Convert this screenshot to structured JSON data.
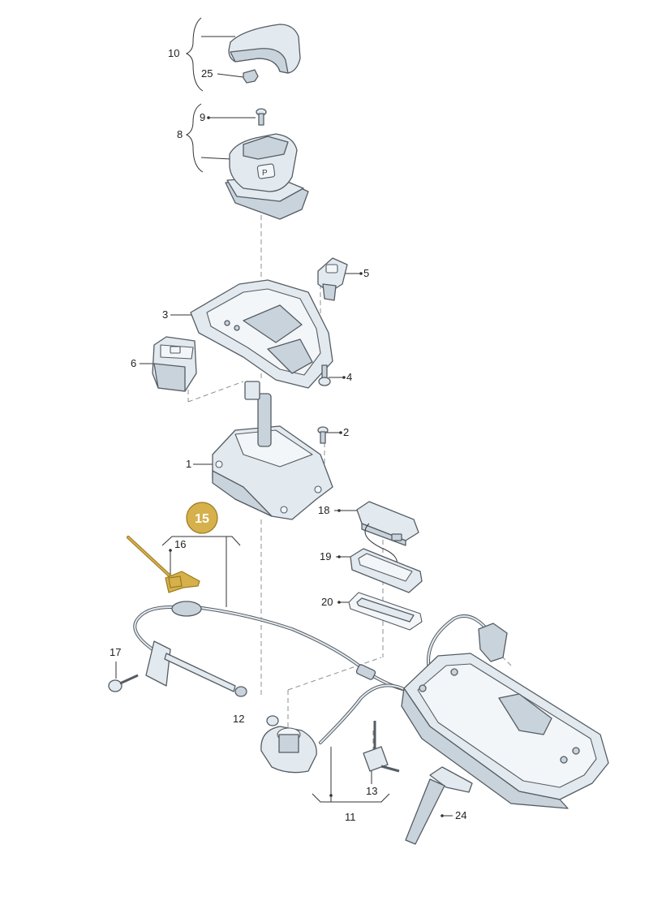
{
  "diagram": {
    "labels": {
      "p1": "1",
      "p2": "2",
      "p3": "3",
      "p4": "4",
      "p5": "5",
      "p6": "6",
      "p8": "8",
      "p9": "9",
      "p10": "10",
      "p11": "11",
      "p12": "12",
      "p13": "13",
      "p15": "15",
      "p16": "16",
      "p17": "17",
      "p18": "18",
      "p19": "19",
      "p20": "20",
      "p24": "24",
      "p25": "25"
    },
    "selector_symbol": "P",
    "highlight_color": "#d6b04a"
  }
}
